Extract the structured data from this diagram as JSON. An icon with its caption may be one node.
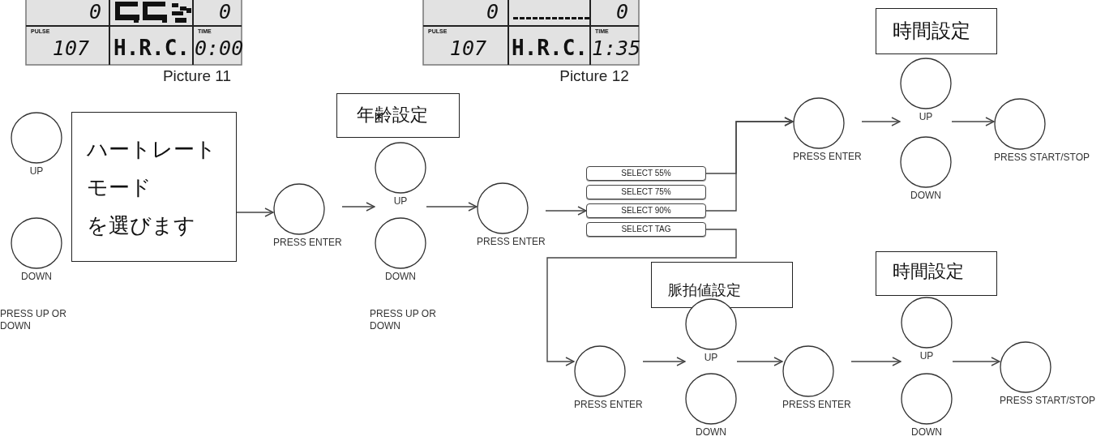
{
  "diagram": {
    "nodes": [
      {
        "text": [],
        "shape": "circle",
        "beside": [
          "UP"
        ]
      },
      {
        "text": [],
        "shape": "circle",
        "beside": [
          "DOWN"
        ]
      },
      {
        "text": [
          "ハートレートモードを選びます"
        ]
      },
      {
        "text": [],
        "shape": "circle",
        "beside": [
          "PRESS ENTER"
        ]
      },
      {
        "text": [
          "年齢設定"
        ]
      },
      {
        "text": [],
        "shape": "circle",
        "beside": [
          "UP"
        ]
      },
      {
        "text": [],
        "shape": "circle",
        "beside": [
          "DOWN"
        ]
      },
      {
        "text": [],
        "shape": "circle",
        "beside": [
          "PRESS ENTER"
        ]
      },
      {
        "text": [
          "SELECT 55%"
        ]
      },
      {
        "text": [
          "SELECT 75%"
        ]
      },
      {
        "text": [
          "SELECT 90%"
        ]
      },
      {
        "text": [
          "SELECT TAG"
        ]
      },
      {
        "text": [
          "時間設定"
        ]
      },
      {
        "text": [],
        "shape": "circle",
        "beside": [
          "PRESS ENTER"
        ]
      },
      {
        "text": [],
        "shape": "circle",
        "beside": [
          "UP"
        ]
      },
      {
        "text": [],
        "shape": "circle",
        "beside": [
          "DOWN"
        ]
      },
      {
        "text": [],
        "shape": "circle",
        "beside": [
          "PRESS START/STOP"
        ]
      },
      {
        "text": [
          "脈拍値設定"
        ]
      },
      {
        "text": [
          "時間設定"
        ]
      },
      {
        "text": [],
        "shape": "circle",
        "beside": [
          "PRESS ENTER"
        ]
      },
      {
        "text": [],
        "shape": "circle",
        "beside": [
          "UP"
        ]
      },
      {
        "text": [],
        "shape": "circle",
        "beside": [
          "DOWN"
        ]
      },
      {
        "text": [],
        "shape": "circle",
        "beside": [
          "PRESS ENTER"
        ]
      },
      {
        "text": [],
        "shape": "circle",
        "beside": [
          "UP"
        ]
      },
      {
        "text": [],
        "shape": "circle",
        "beside": [
          "DOWN"
        ]
      },
      {
        "text": [],
        "shape": "circle",
        "beside": [
          "PRESS START/STOP"
        ]
      }
    ],
    "edges": [
      {
        "from": 2,
        "to": 3,
        "arrow": "to"
      },
      {
        "from": 3,
        "to": 5,
        "arrow": "to"
      },
      {
        "from": 5,
        "to": 7,
        "arrow": "to"
      },
      {
        "from": 7,
        "to": 10,
        "arrow": "to"
      },
      {
        "from": 8,
        "to": 13,
        "arrow": "to"
      },
      {
        "from": 10,
        "to": 13,
        "arrow": "to"
      },
      {
        "from": 13,
        "to": 14,
        "arrow": "to"
      },
      {
        "from": 14,
        "to": 16,
        "arrow": "to"
      },
      {
        "from": 11,
        "to": 19,
        "arrow": "to"
      },
      {
        "from": 19,
        "to": 20,
        "arrow": "to"
      },
      {
        "from": 20,
        "to": 22,
        "arrow": "to"
      },
      {
        "from": 22,
        "to": 23,
        "arrow": "to"
      },
      {
        "from": 23,
        "to": 25,
        "arrow": "to"
      }
    ],
    "labels": [
      "0",
      "0",
      "PULSE",
      "107",
      "H.R.C.",
      "TIME",
      "0:00",
      "Picture 11",
      "0",
      "0",
      "PULSE",
      "107",
      "H.R.C.",
      "TIME",
      "1:35",
      "Picture 12",
      "PRESS UP OR DOWN",
      "PRESS UP OR DOWN"
    ]
  }
}
